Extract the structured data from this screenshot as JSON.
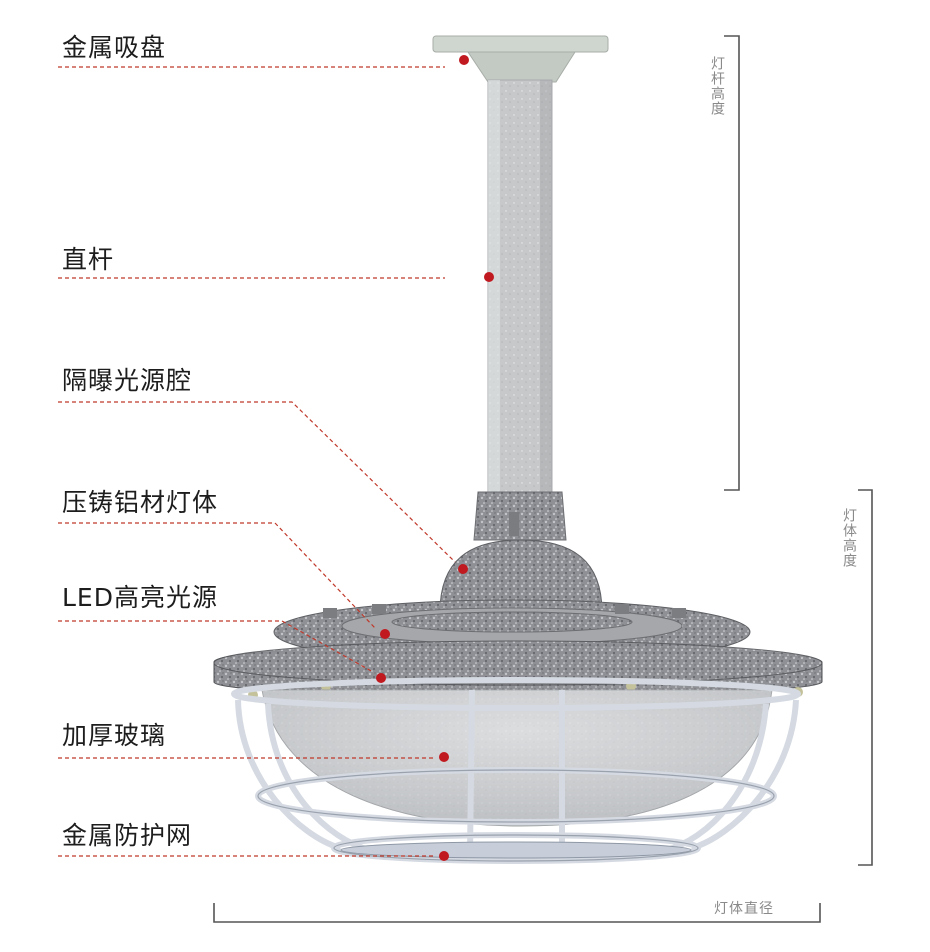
{
  "labels": {
    "suction_cup": "金属吸盘",
    "rod": "直杆",
    "flameproof_cavity": "隔曝光源腔",
    "die_cast_body": "压铸铝材灯体",
    "led_source": "LED高亮光源",
    "thick_glass": "加厚玻璃",
    "guard_net": "金属防护网"
  },
  "dimensions": {
    "pole_height": "灯杆高度",
    "body_height": "灯体高度",
    "body_diameter": "灯体直径"
  },
  "colors": {
    "leader_line": "#c0392b",
    "dot": "#c0191f",
    "metal": "#8d8f93",
    "pole": "#c9cbcc",
    "mount": "#cdd3cd",
    "guard": "#d8dde4",
    "dimension_line": "#555555"
  }
}
